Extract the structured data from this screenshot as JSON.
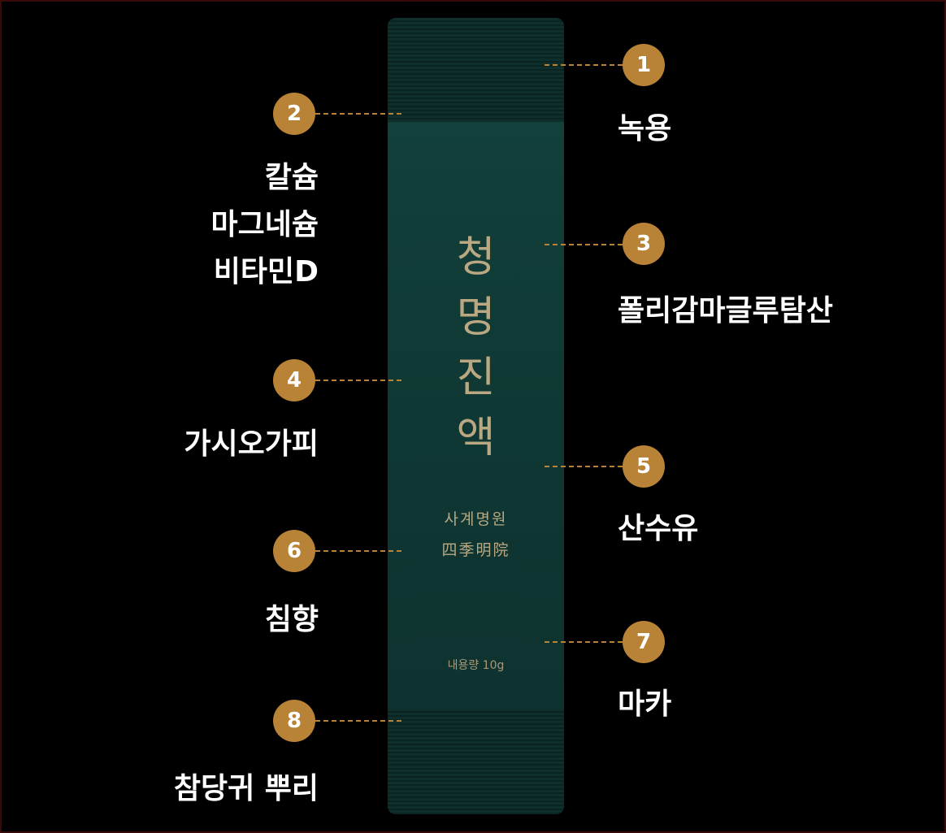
{
  "product": {
    "title_chars": [
      "청",
      "명",
      "진",
      "액"
    ],
    "brand_korean": "사계명원",
    "brand_hanja": "四季明院",
    "volume": "내용량 10g"
  },
  "callouts": [
    {
      "number": "1",
      "label": "녹용"
    },
    {
      "number": "2",
      "label_lines": [
        "칼슘",
        "마그네슘",
        "비타민D"
      ]
    },
    {
      "number": "3",
      "label": "폴리감마글루탐산"
    },
    {
      "number": "4",
      "label": "가시오가피"
    },
    {
      "number": "5",
      "label": "산수유"
    },
    {
      "number": "6",
      "label": "침향"
    },
    {
      "number": "7",
      "label": "마카"
    },
    {
      "number": "8",
      "label": "참당귀 뿌리"
    }
  ],
  "colors": {
    "badge": "#b98337",
    "stick_body": "#12403b",
    "title_text": "#b9a882",
    "background": "#000000"
  }
}
